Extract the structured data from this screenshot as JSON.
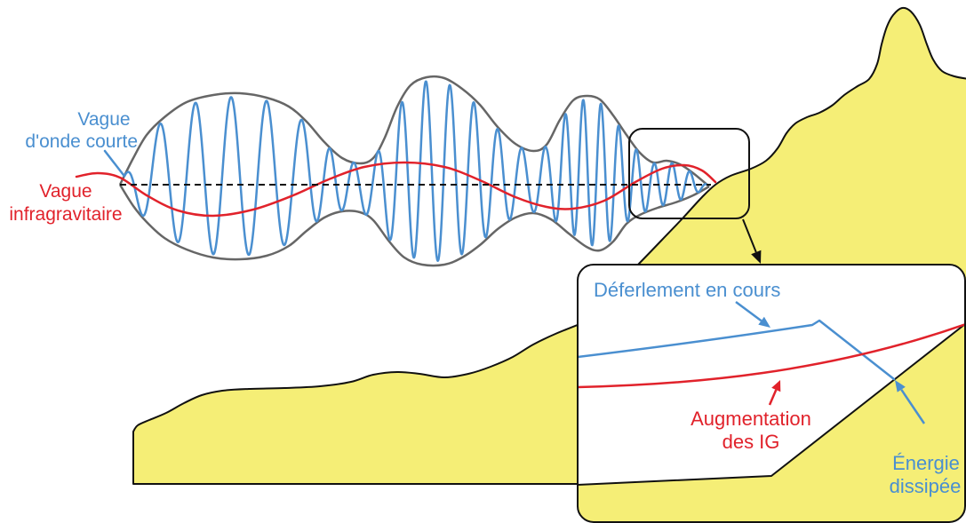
{
  "labels": {
    "short_wave": [
      "Vague",
      "d'onde courte"
    ],
    "infragravity_wave": [
      "Vague",
      "infragravitaire"
    ],
    "breaking": "Déferlement en cours",
    "ig_increase": [
      "Augmentation",
      "des IG"
    ],
    "energy_dissipated": [
      "Énergie",
      "dissipée"
    ]
  },
  "colors": {
    "short_wave": "#4a8fd0",
    "infragravity_wave": "#e1222b",
    "land": "#f5ee76",
    "envelope": "#666666"
  }
}
